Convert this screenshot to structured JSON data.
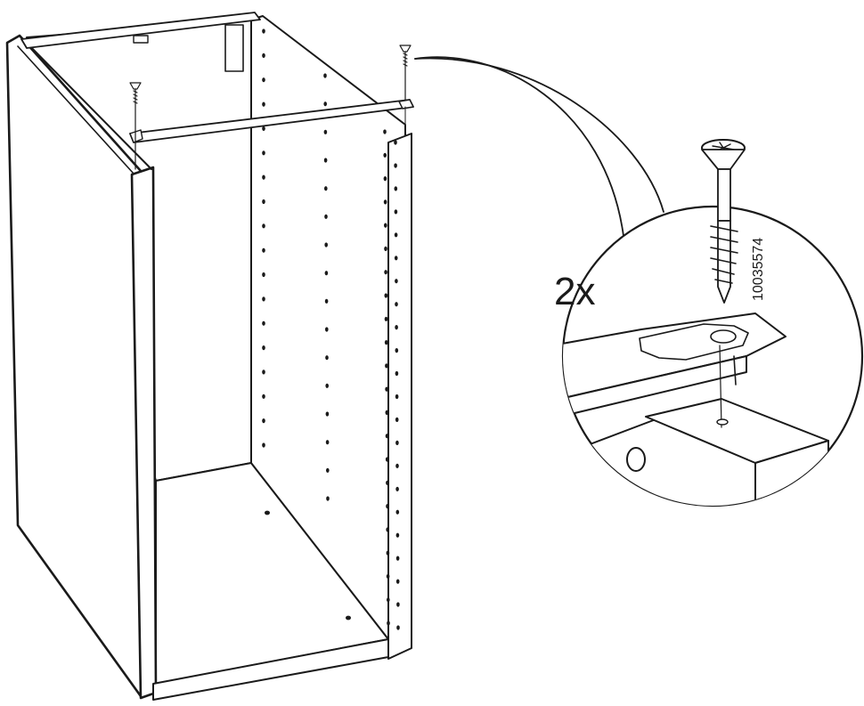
{
  "quantity_label": "2x",
  "part_number": "10035574",
  "icons": [
    "screw-icon",
    "cabinet-frame",
    "rail-bracket"
  ]
}
